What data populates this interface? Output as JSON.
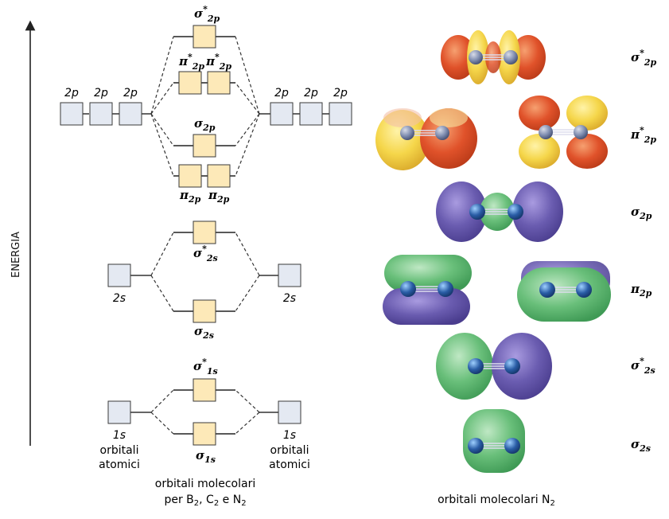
{
  "axis": {
    "label": "ENERGIA"
  },
  "left_diagram": {
    "orbital_2p": "2p",
    "orbital_2s": "2s",
    "orbital_1s": "1s",
    "atomic_caption_line1": "orbitali",
    "atomic_caption_line2": "atomici",
    "molecular_caption_line1": "orbitali molecolari",
    "molecular_caption_line2_prefix": "per B",
    "molecular_caption_line2_c": ", C",
    "molecular_caption_line2_n": " e N",
    "subscript_2": "2",
    "mo_levels": {
      "sigma_star_2p": {
        "symbol": "σ",
        "star": "*",
        "sub": "2p"
      },
      "pi_star_2p": {
        "symbol": "π",
        "star": "*",
        "sub": "2p"
      },
      "sigma_2p": {
        "symbol": "σ",
        "sub": "2p"
      },
      "pi_2p": {
        "symbol": "π",
        "sub": "2p"
      },
      "sigma_star_2s": {
        "symbol": "σ",
        "star": "*",
        "sub": "2s"
      },
      "sigma_2s": {
        "symbol": "σ",
        "sub": "2s"
      },
      "sigma_star_1s": {
        "symbol": "σ",
        "star": "*",
        "sub": "1s"
      },
      "sigma_1s": {
        "symbol": "σ",
        "sub": "1s"
      }
    }
  },
  "right_panel": {
    "caption_prefix": "orbitali molecolari N",
    "caption_sub": "2",
    "rows": [
      {
        "symbol": "σ",
        "star": "*",
        "sub": "2p"
      },
      {
        "symbol": "π",
        "star": "*",
        "sub": "2p"
      },
      {
        "symbol": "σ",
        "star": "",
        "sub": "2p"
      },
      {
        "symbol": "π",
        "star": "",
        "sub": "2p"
      },
      {
        "symbol": "σ",
        "star": "*",
        "sub": "2s"
      },
      {
        "symbol": "σ",
        "star": "",
        "sub": "2s"
      }
    ]
  },
  "colors": {
    "atomic_box": "#e4e9f2",
    "molecular_box": "#fde9b8",
    "box_stroke": "#3a3a3a",
    "lobe_red": "#e0522a",
    "lobe_yellow": "#f5d64a",
    "lobe_purple": "#6a5cb0",
    "lobe_green": "#69bf7a",
    "nucleus_blue": "#2a5da6"
  }
}
